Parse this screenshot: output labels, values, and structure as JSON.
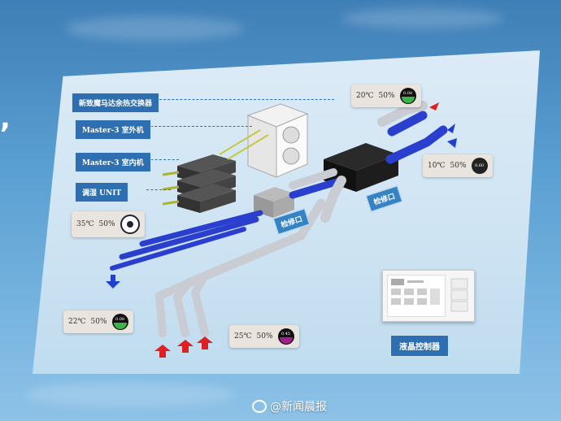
{
  "labels": {
    "heat_exchanger": "新致魔马达余热交换器",
    "outdoor_unit": "Master-3 室外机",
    "indoor_unit": "Master-3 室内机",
    "humidifier": "调湿 UNIT"
  },
  "readings": {
    "top_right": {
      "temp": "20℃",
      "humidity": "50%",
      "gauge": "0.08"
    },
    "right": {
      "temp": "10℃",
      "humidity": "50%",
      "gauge": "0.60"
    },
    "left_mid": {
      "temp": "35℃",
      "humidity": "50%"
    },
    "bottom_left": {
      "temp": "22℃",
      "humidity": "50%",
      "gauge": "0.08"
    },
    "bottom_center": {
      "temp": "25℃",
      "humidity": "50%",
      "gauge": "0.45"
    }
  },
  "ports": {
    "upper": "检修口",
    "lower": "检修口"
  },
  "controller_label": "液晶控制器",
  "watermark": "@新闻晨报",
  "colors": {
    "label_blue": "#2d6fb0",
    "duct_blue": "#2b3fcf",
    "arrow_red": "#e02020",
    "arrow_blue": "#2040d0"
  }
}
